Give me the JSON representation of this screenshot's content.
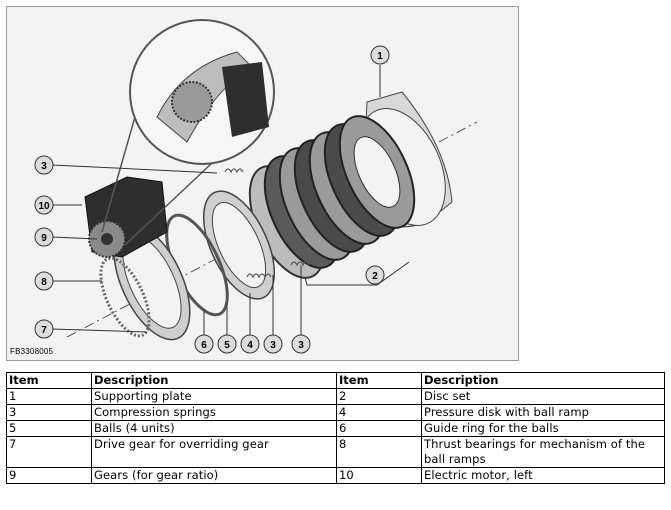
{
  "figure": {
    "code": "FB3308005",
    "callouts": [
      "1",
      "2",
      "3",
      "3",
      "3",
      "4",
      "5",
      "6",
      "7",
      "8",
      "9",
      "10"
    ]
  },
  "table": {
    "headers": [
      "Item",
      "Description",
      "Item",
      "Description"
    ],
    "rows": [
      [
        "1",
        "Supporting plate",
        "2",
        "Disc set"
      ],
      [
        "3",
        "Compression springs",
        "4",
        "Pressure disk with ball ramp"
      ],
      [
        "5",
        "Balls (4 units)",
        "6",
        "Guide ring for the balls"
      ],
      [
        "7",
        "Drive gear for overriding gear",
        "8",
        "Thrust bearings for mechanism of the ball ramps"
      ],
      [
        "9",
        "Gears (for gear ratio)",
        "10",
        "Electric motor, left"
      ]
    ]
  }
}
